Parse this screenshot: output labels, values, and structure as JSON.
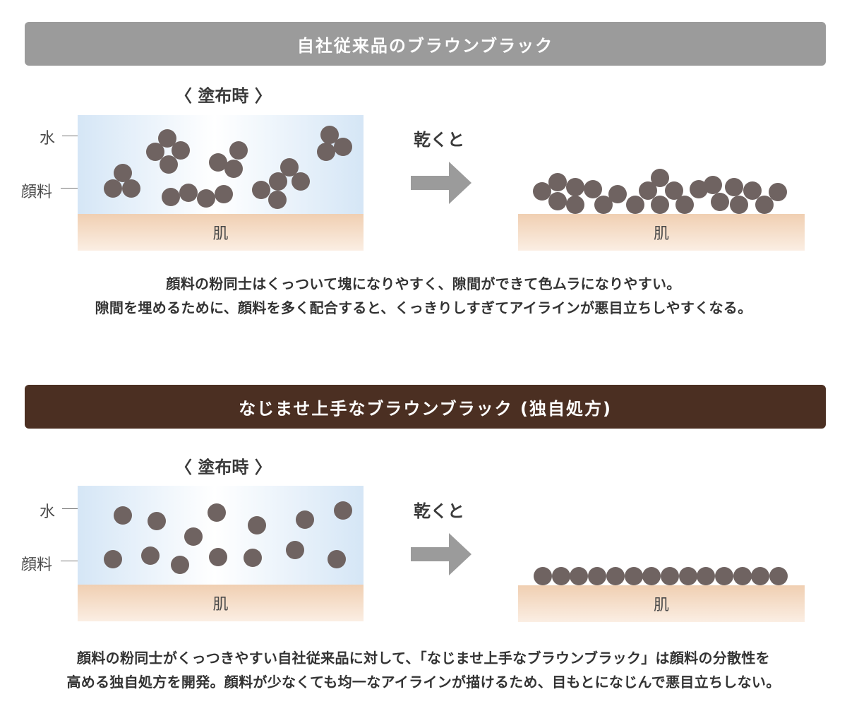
{
  "sections": [
    {
      "header": "自社従来品のブラウンブラック",
      "stage_label": "〈 塗布時 〉",
      "dry_label": "乾くと",
      "water_label": "水",
      "pigment_label": "顔料",
      "skin_label": "肌",
      "skin_label_after": "肌",
      "caption_lines": [
        "顔料の粉同士はくっついて塊になりやすく、隙間ができて色ムラになりやすい。",
        "隙間を埋めるために、顔料を多く配合すると、くっきりしすぎてアイラインが悪目立ちしやすくなる。"
      ],
      "header_color": "#9b9b9b"
    },
    {
      "header": "なじませ上手なブラウンブラック (独自処方)",
      "stage_label": "〈 塗布時 〉",
      "dry_label": "乾くと",
      "water_label": "水",
      "pigment_label": "顔料",
      "skin_label": "肌",
      "skin_label_after": "肌",
      "caption_lines": [
        "顔料の粉同士がくっつきやすい自社従来品に対して、「なじませ上手なブラウンブラック」は顔料の分散性を",
        "高める独自処方を開発。顔料が少なくても均一なアイラインが描けるため、目もとになじんで悪目立ちしない。"
      ],
      "header_color": "#4b2f22"
    }
  ],
  "colors": {
    "pigment": "#6f6361",
    "water": "#d5e6f6",
    "skin": "#f0cfb2",
    "arrow": "#9b9b9b"
  }
}
